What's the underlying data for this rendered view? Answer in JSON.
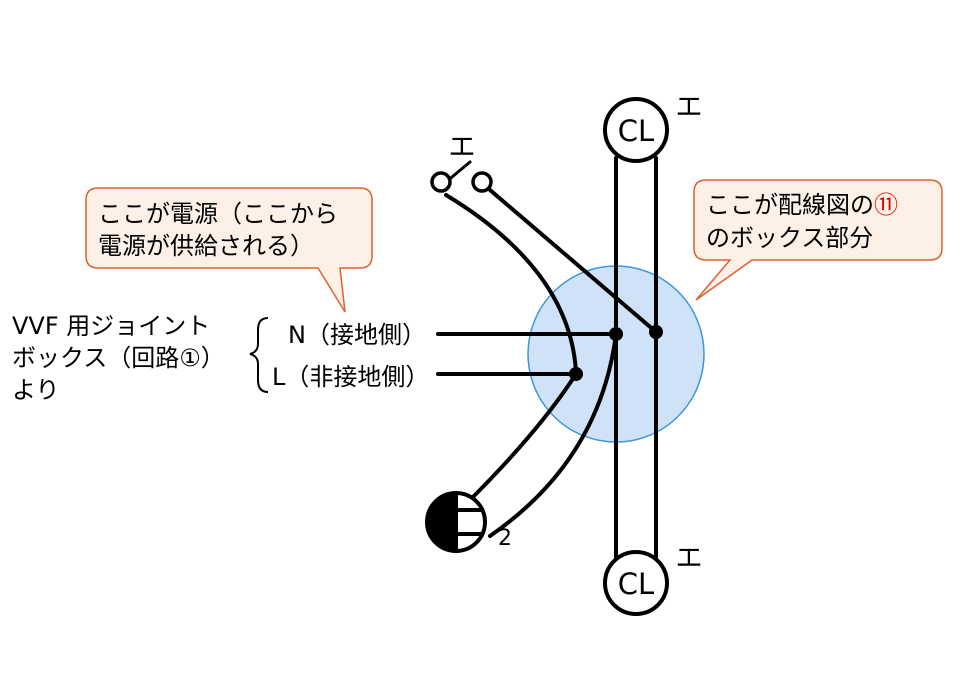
{
  "source": {
    "label_lines": [
      "VVF 用ジョイント",
      "ボックス（回路①）",
      "より"
    ],
    "n_label": "N（接地側）",
    "l_label": "L（非接地側）"
  },
  "callout_left": {
    "lines": [
      "ここが電源（ここから",
      "電源が供給される）"
    ]
  },
  "callout_right": {
    "line1_text": "ここが配線図の",
    "line1_num": "⑪",
    "line2": "のボックス部分",
    "num_color": "#e00000"
  },
  "lamp_top": {
    "label": "CL",
    "mark": "エ"
  },
  "lamp_bottom": {
    "label": "CL",
    "mark": "エ"
  },
  "switch": {
    "mark": "エ"
  },
  "outlet": {
    "count": "2"
  },
  "colors": {
    "callout_fill": "#fdf0e6",
    "callout_border": "#e06030",
    "box_fill": "#cfe2f7",
    "box_border": "#3c96d8"
  }
}
